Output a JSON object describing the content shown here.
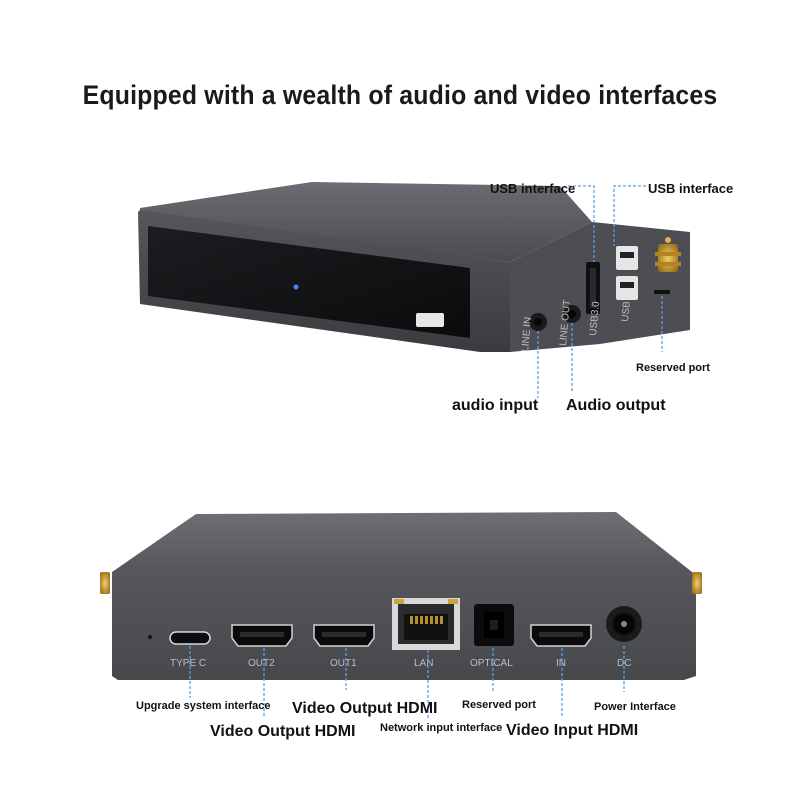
{
  "title": "Equipped with a wealth of audio and video interfaces",
  "top_labels": {
    "usb_left": "USB interface",
    "usb_right": "USB interface",
    "reserved_top": "Reserved port",
    "audio_input": "audio input",
    "audio_output": "Audio output"
  },
  "top_device_marks": {
    "line_in": "LINE IN",
    "line_out": "LINE OUT",
    "usb3": "USB3.0",
    "usb": "USB"
  },
  "bottom_labels": {
    "upgrade": "Upgrade system interface",
    "video_out_hdmi_1": "Video Output HDMI",
    "video_out_hdmi_2": "Video Output HDMI",
    "network": "Network input interface",
    "reserved_bottom": "Reserved port",
    "video_in_hdmi": "Video Input HDMI",
    "power": "Power Interface"
  },
  "bottom_device_marks": {
    "type_c": "TYPE C",
    "out2": "OUT2",
    "out1": "OUT1",
    "lan": "LAN",
    "optical": "OPTICAL",
    "in": "IN",
    "dc": "DC"
  },
  "colors": {
    "body": "#4a4b4f",
    "top_face": "#5a5b60",
    "front_panel": "#131416",
    "leader": "#5aa0e6",
    "gold": "#c99a2e"
  }
}
